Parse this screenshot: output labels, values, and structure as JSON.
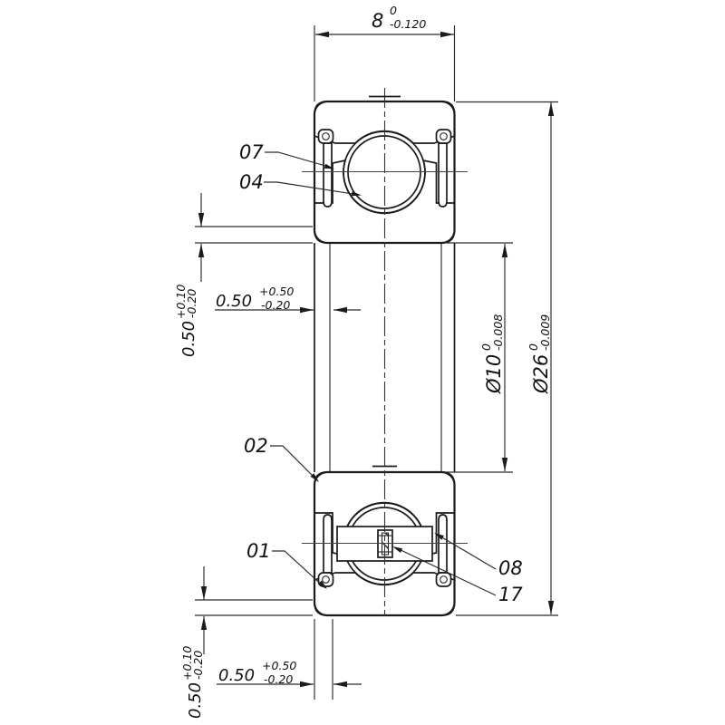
{
  "drawing_type": "ball-bearing-cross-section",
  "dimensions": {
    "width": {
      "nominal": "8",
      "tol_upper": "0",
      "tol_lower": "-0.120"
    },
    "outer_diameter": {
      "nominal": "Ø26",
      "tol_upper": "0",
      "tol_lower": "-0.009"
    },
    "bore_diameter": {
      "nominal": "Ø10",
      "tol_upper": "0",
      "tol_lower": "-0.008"
    },
    "chamfer_axial_upper": {
      "nominal": "0.50",
      "tol_upper": "+0.50",
      "tol_lower": "-0.20"
    },
    "chamfer_radial_upper": {
      "nominal": "0.50",
      "tol_upper": "+0.10",
      "tol_lower": "-0.20"
    },
    "chamfer_axial_lower": {
      "nominal": "0.50",
      "tol_upper": "+0.50",
      "tol_lower": "-0.20"
    },
    "chamfer_radial_lower": {
      "nominal": "0.50",
      "tol_upper": "+0.10",
      "tol_lower": "-0.20"
    }
  },
  "part_labels": {
    "shield_upper": "07",
    "ball": "04",
    "inner_ring": "02",
    "outer_ring": "01",
    "shield_lower": "08",
    "cage_rivet": "17"
  },
  "colors": {
    "line": "#1b1b1b",
    "background": "#ffffff"
  }
}
